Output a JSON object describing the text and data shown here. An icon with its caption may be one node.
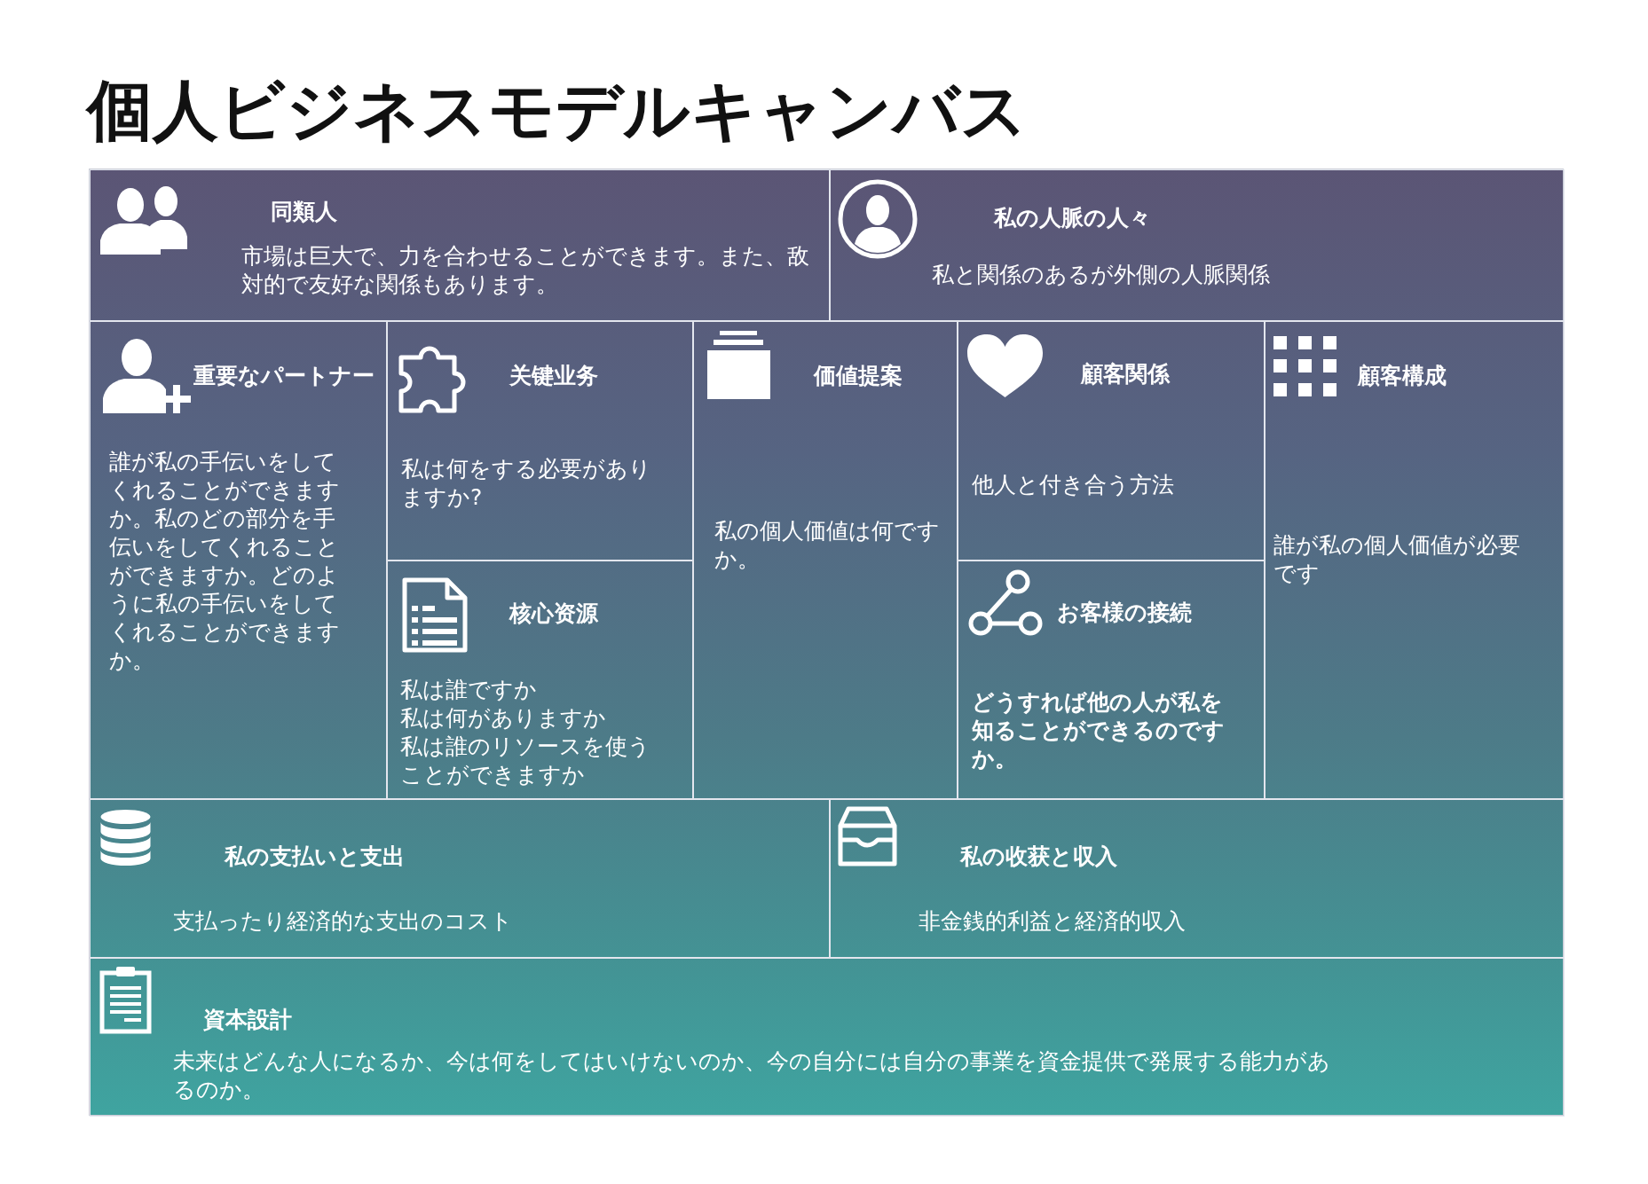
{
  "diagram": {
    "title": "個人ビジネスモデルキャンバス",
    "nodes": [
      {
        "text": [
          "同類人",
          "市場は巨大で、力を合わせることができます。また、敌対的で友好な関係もあります。"
        ]
      },
      {
        "text": [
          "私の人脈の人々",
          "私と関係のあるが外側の人脈関係"
        ]
      },
      {
        "text": [
          "重要なパートナー",
          "誰が私の手伝いをしてくれることができますか。私のどの部分を手伝いをしてくれることができますか。どのように私の手伝いをしてくれることができますか。"
        ]
      },
      {
        "text": [
          "关键业务",
          "私は何をする必要がありますか?"
        ]
      },
      {
        "text": [
          "核心资源",
          "私は誰ですか",
          "私は何がありますか",
          "私は誰のリソースを使うことができますか"
        ]
      },
      {
        "text": [
          "価値提案",
          "私の個人価値は何ですか。"
        ]
      },
      {
        "text": [
          "顧客関係",
          "他人と付き合う方法"
        ]
      },
      {
        "text": [
          "お客様の接続",
          "どうすれば他の人が私を知ることができるのですか。"
        ]
      },
      {
        "text": [
          "顧客構成",
          "誰が私の個人価値が必要です"
        ]
      },
      {
        "text": [
          "私の支払いと支出",
          "支払ったり経済的な支出のコスト"
        ]
      },
      {
        "text": [
          "私の收获と収入",
          "非金銭的利益と経済的収入"
        ]
      },
      {
        "text": [
          "資本設計",
          "未来はどんな人になるか、今は何をしてはいけないのか、今の自分には自分の事業を資金提供で発展する能力があるのか。"
        ]
      }
    ]
  }
}
